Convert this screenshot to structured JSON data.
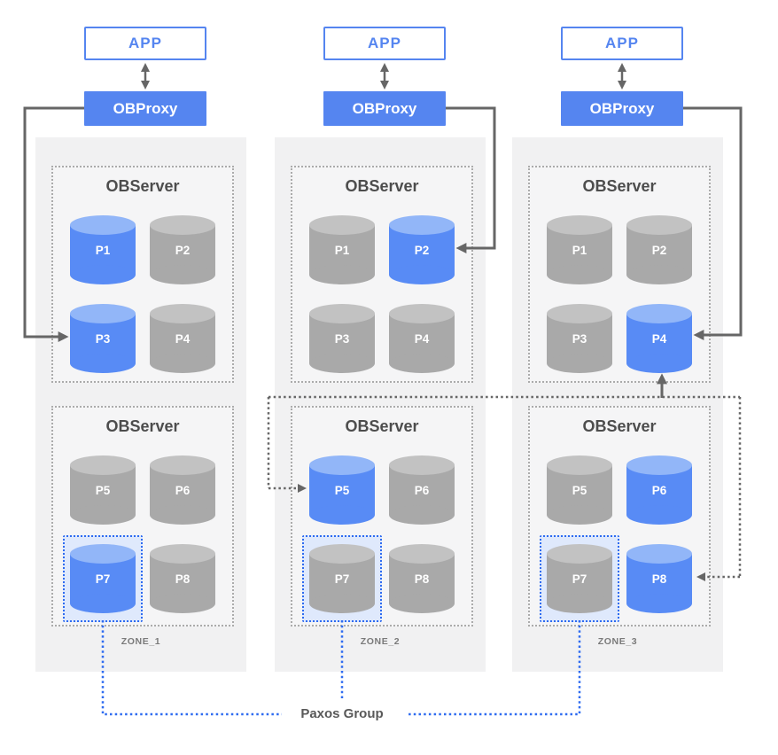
{
  "colors": {
    "accent": "#5585F0",
    "leader_body": "#588BF5",
    "leader_top": "#92B6F8",
    "follower_body": "#A9A9A9",
    "follower_top": "#C2C2C2",
    "zone_bg": "#F1F1F2",
    "paxos_blue": "#2E6BF0",
    "paxos_frame_bg": "#DFE9FC",
    "connector_dark": "#666666"
  },
  "paxos_group": {
    "label": "Paxos Group"
  },
  "zones": [
    {
      "label": "ZONE_1",
      "app": "APP",
      "proxy": "OBProxy",
      "servers": [
        {
          "title": "OBServer",
          "partitions": [
            {
              "label": "P1",
              "role": "leader"
            },
            {
              "label": "P2",
              "role": "follower"
            },
            {
              "label": "P3",
              "role": "leader"
            },
            {
              "label": "P4",
              "role": "follower"
            }
          ]
        },
        {
          "title": "OBServer",
          "partitions": [
            {
              "label": "P5",
              "role": "follower"
            },
            {
              "label": "P6",
              "role": "follower"
            },
            {
              "label": "P7",
              "role": "leader",
              "paxos_member": true
            },
            {
              "label": "P8",
              "role": "follower"
            }
          ]
        }
      ]
    },
    {
      "label": "ZONE_2",
      "app": "APP",
      "proxy": "OBProxy",
      "servers": [
        {
          "title": "OBServer",
          "partitions": [
            {
              "label": "P1",
              "role": "follower"
            },
            {
              "label": "P2",
              "role": "leader"
            },
            {
              "label": "P3",
              "role": "follower"
            },
            {
              "label": "P4",
              "role": "follower"
            }
          ]
        },
        {
          "title": "OBServer",
          "partitions": [
            {
              "label": "P5",
              "role": "leader"
            },
            {
              "label": "P6",
              "role": "follower"
            },
            {
              "label": "P7",
              "role": "follower",
              "paxos_member": true
            },
            {
              "label": "P8",
              "role": "follower"
            }
          ]
        }
      ]
    },
    {
      "label": "ZONE_3",
      "app": "APP",
      "proxy": "OBProxy",
      "servers": [
        {
          "title": "OBServer",
          "partitions": [
            {
              "label": "P1",
              "role": "follower"
            },
            {
              "label": "P2",
              "role": "follower"
            },
            {
              "label": "P3",
              "role": "follower"
            },
            {
              "label": "P4",
              "role": "leader"
            }
          ]
        },
        {
          "title": "OBServer",
          "partitions": [
            {
              "label": "P5",
              "role": "follower"
            },
            {
              "label": "P6",
              "role": "leader"
            },
            {
              "label": "P7",
              "role": "follower",
              "paxos_member": true
            },
            {
              "label": "P8",
              "role": "leader"
            }
          ]
        }
      ]
    }
  ]
}
